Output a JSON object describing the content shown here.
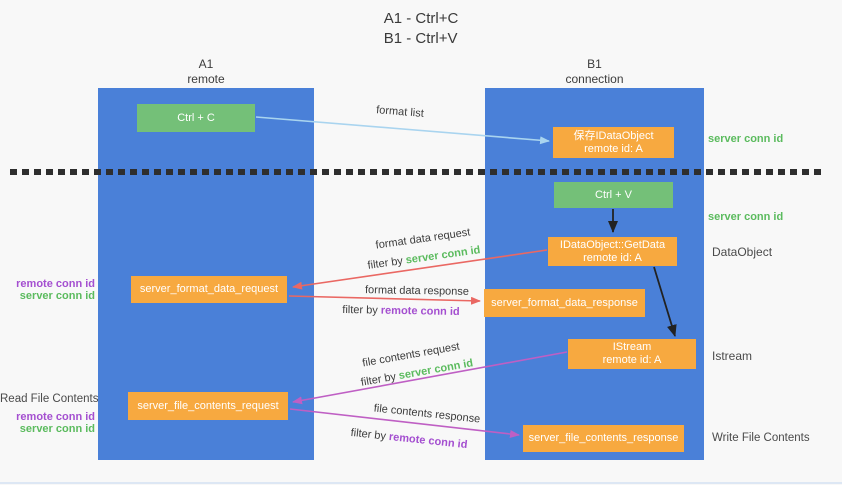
{
  "title": {
    "line1": "A1 - Ctrl+C",
    "line2": "B1 - Ctrl+V"
  },
  "columns": {
    "left": {
      "name": "A1",
      "role": "remote"
    },
    "right": {
      "name": "B1",
      "role": "connection"
    }
  },
  "nodes": {
    "ctrl_c": "Ctrl + C",
    "ctrl_v": "Ctrl + V",
    "save_dataobject": {
      "line1": "保存IDataObject",
      "line2": "remote id: A"
    },
    "getdata": {
      "line1": "IDataObject::GetData",
      "line2": "remote id: A"
    },
    "istream": {
      "line1": "IStream",
      "line2": "remote id: A"
    },
    "format_request": "server_format_data_request",
    "format_response": "server_format_data_response",
    "file_request": "server_file_contents_request",
    "file_response": "server_file_contents_response"
  },
  "side_labels": {
    "server_conn_id_top_right": "server conn id",
    "server_conn_id_mid_right": "server conn id",
    "dataobject": "DataObject",
    "istream": "Istream",
    "write_file_contents": "Write File Contents",
    "read_file_contents": "Read File Contents",
    "remote_conn_id": "remote conn id",
    "server_conn_id": "server conn id"
  },
  "arrow_labels": {
    "format_list": "format list",
    "format_data_request": "format data request",
    "format_data_response": "format data response",
    "file_contents_request": "file contents request",
    "file_contents_response": "file contents response",
    "filter_by": "filter by",
    "server_conn_id": "server conn id",
    "remote_conn_id": "remote conn id"
  },
  "colors": {
    "column_blue": "#4a80d8",
    "box_green": "#74c078",
    "box_orange": "#f7a940",
    "text_green": "#5bbb5e",
    "text_purple": "#a44fd0",
    "arrow_red": "#ea6863",
    "arrow_magenta": "#bf5fc4",
    "arrow_light_blue": "#a9d4ef",
    "arrow_black": "#222222",
    "background": "#f8f8f8"
  }
}
